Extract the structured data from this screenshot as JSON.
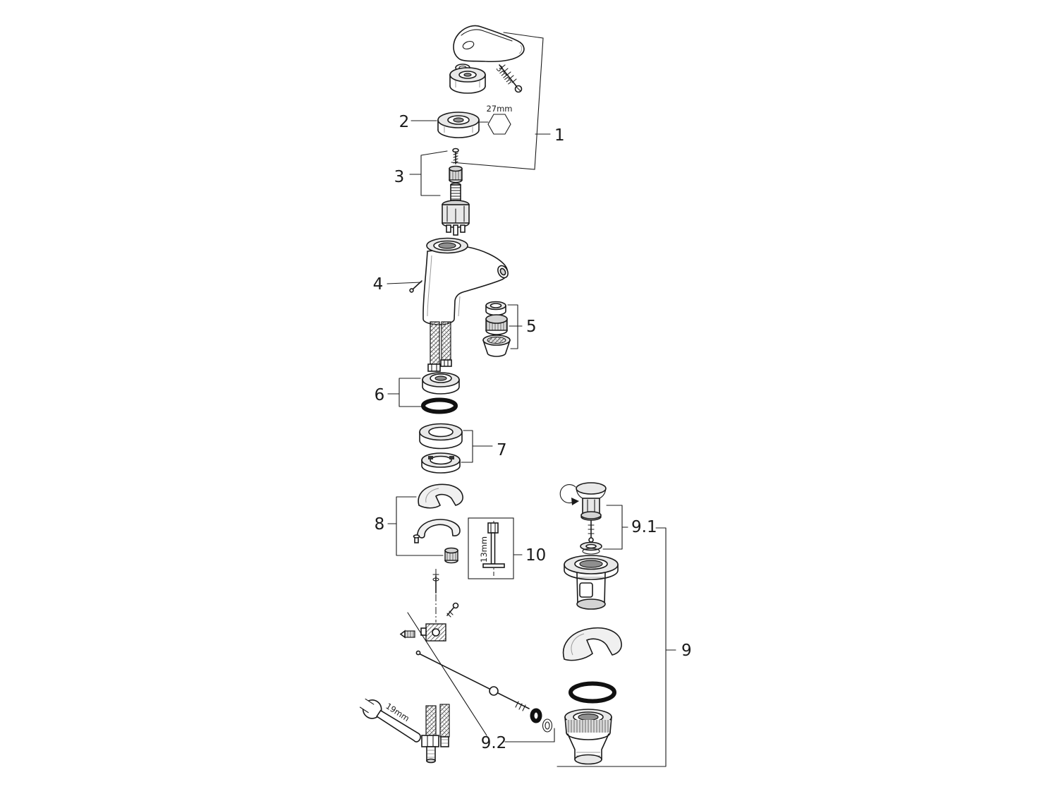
{
  "diagram": {
    "kind": "exploded-parts-diagram",
    "background": "#ffffff",
    "line_color": "#1a1a1a",
    "callouts": {
      "c1": "1",
      "c2": "2",
      "c3": "3",
      "c4": "4",
      "c5": "5",
      "c6": "6",
      "c7": "7",
      "c8": "8",
      "c9": "9",
      "c9_1": "9.1",
      "c9_2": "9.2",
      "c10": "10"
    },
    "measurements": {
      "handle_screw_hex": "3mm",
      "cap_nut_hex": "27mm",
      "socket_tool": "13mm",
      "mounting_wrench": "19mm"
    }
  }
}
